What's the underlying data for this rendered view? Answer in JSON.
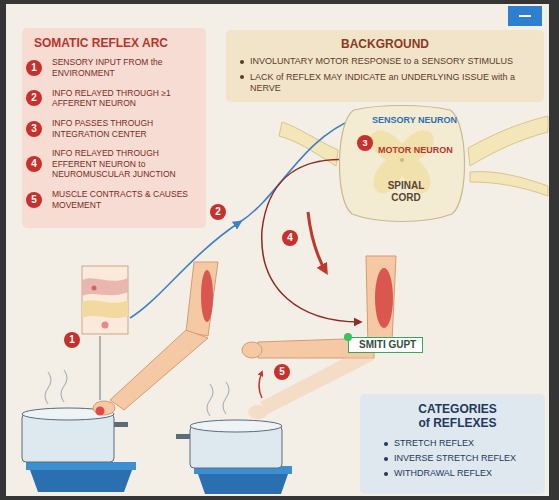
{
  "diagram": {
    "nodes": [
      {
        "text": [
          "SOMATIC REFLEX ARC",
          "SENSORY INPUT FROM the ENVIRONMENT",
          "INFO RELAYED THROUGH ≥1 AFFERENT NEURON",
          "INFO PASSES THROUGH INTEGRATION CENTER",
          "INFO RELAYED THROUGH EFFERENT NEURON to NEUROMUSCULAR JUNCTION",
          "MUSCLE CONTRACTS & CAUSES MOVEMENT"
        ]
      },
      {
        "text": [
          "1"
        ],
        "in": 0
      },
      {
        "text": [
          "2"
        ],
        "in": 0
      },
      {
        "text": [
          "3"
        ],
        "in": 0
      },
      {
        "text": [
          "4"
        ],
        "in": 0
      },
      {
        "text": [
          "5"
        ],
        "in": 0
      },
      {
        "text": [
          "BACKGROUND",
          "INVOLUNTARY MOTOR RESPONSE to a SENSORY STIMULUS",
          "LACK of REFLEX MAY INDICATE an UNDERLYING ISSUE with a NERVE"
        ]
      },
      {
        "text": [
          "SENSORY NEURON",
          "MOTOR NEURON",
          "SPINAL CORD"
        ]
      },
      {
        "text": [
          "3"
        ],
        "in": 7
      },
      {
        "text": [
          "2"
        ]
      },
      {
        "text": [
          "4"
        ]
      },
      {
        "text": [
          "1"
        ]
      },
      {
        "text": [
          "SMITI GUPT"
        ]
      },
      {
        "text": [
          "5"
        ]
      },
      {
        "text": [
          "CATEGORIES of REFLEXES",
          "STRETCH REFLEX",
          "INVERSE STRETCH REFLEX",
          "WITHDRAWAL REFLEX"
        ]
      }
    ]
  }
}
